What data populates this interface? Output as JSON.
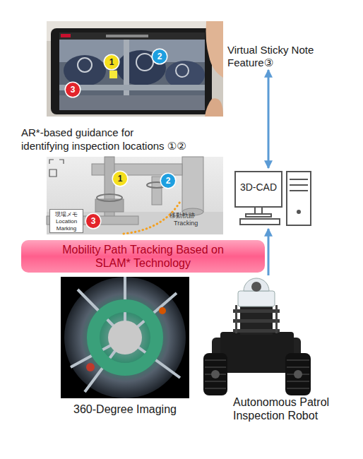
{
  "diagram": {
    "nodes": [
      {
        "text": [
          "Virtual Sticky Note Feature③"
        ]
      },
      {
        "text": [
          "1"
        ],
        "in": 0
      },
      {
        "text": [
          "2"
        ],
        "in": 0
      },
      {
        "text": [
          "3"
        ],
        "in": 0
      },
      {
        "text": [
          "AR*-based guidance for identifying inspection locations ①②"
        ]
      },
      {
        "text": [
          "1"
        ],
        "in": 4
      },
      {
        "text": [
          "2"
        ],
        "in": 4
      },
      {
        "text": [
          "3"
        ],
        "in": 4
      },
      {
        "text": [
          "現場メモ",
          "Location Marking"
        ],
        "in": 4
      },
      {
        "text": [
          "3D-CAD"
        ]
      },
      {
        "text": [
          "Mobility Path Tracking Based on SLAM* Technology"
        ]
      },
      {
        "text": [
          "360-Degree Imaging"
        ]
      },
      {
        "text": [
          "Autonomous Patrol Inspection Robot"
        ]
      }
    ],
    "edges": [
      {
        "from": 9,
        "to": 0,
        "arrow": "both"
      },
      {
        "from": 12,
        "to": 9,
        "arrow": "to"
      }
    ],
    "labels": [
      "移動軌跡",
      "Tracking"
    ]
  }
}
